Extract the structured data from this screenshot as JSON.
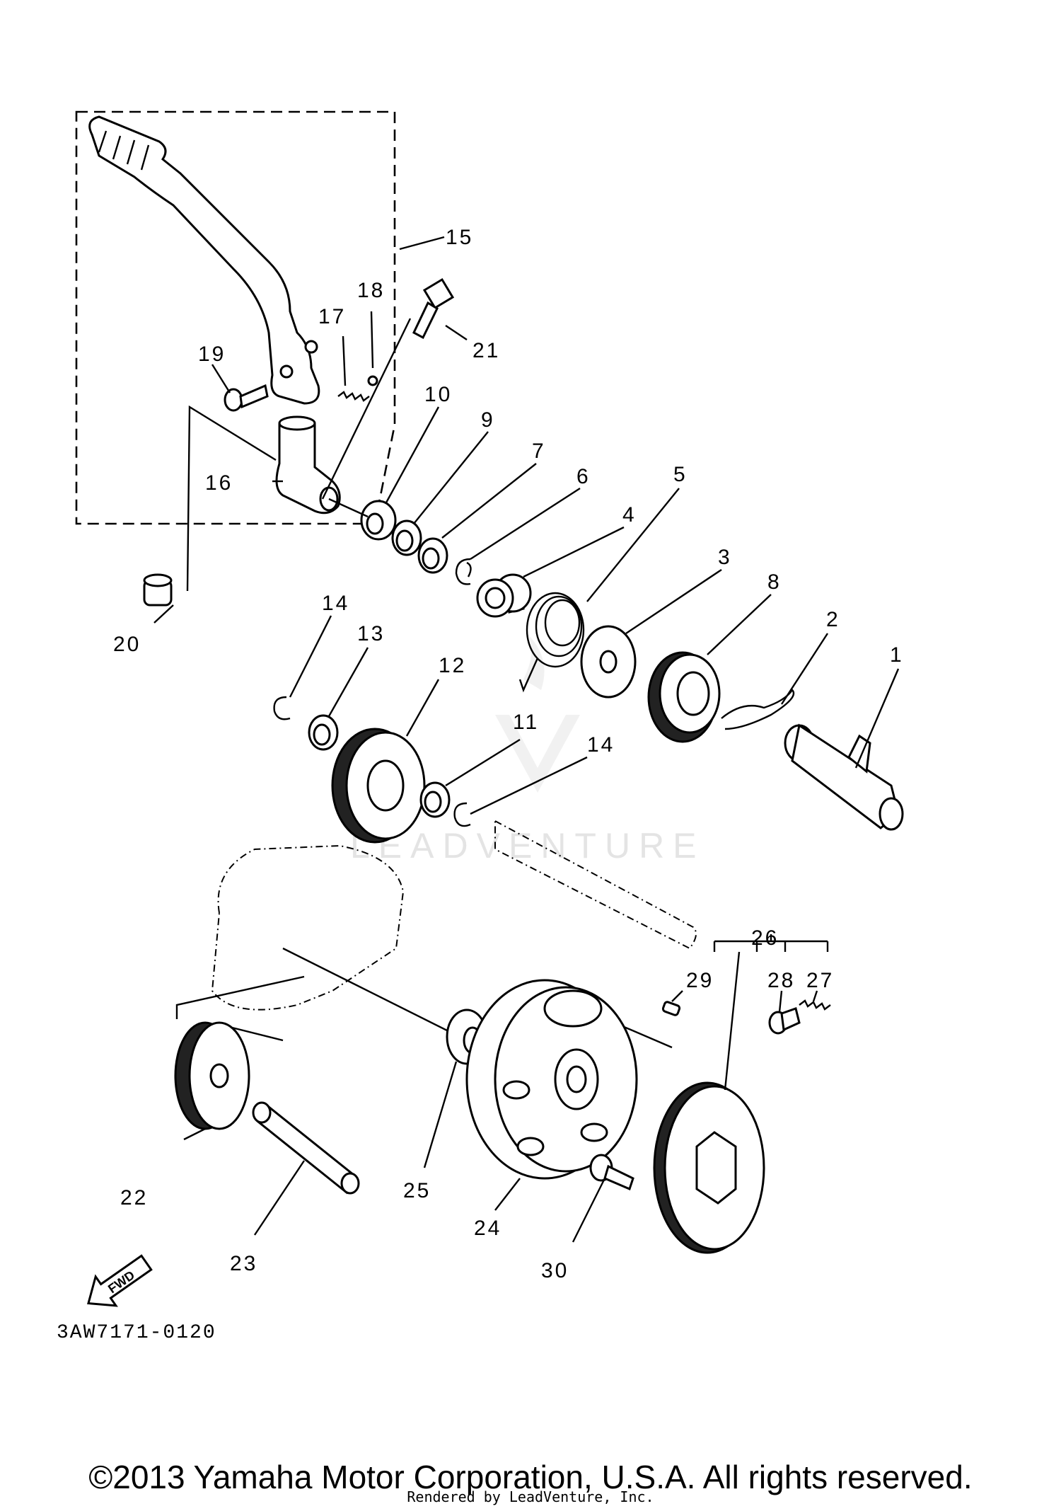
{
  "diagram": {
    "code": "3AW7171-0120",
    "watermark": "LEADVENTURE",
    "fwd_label": "FWD",
    "callouts": [
      "1",
      "2",
      "3",
      "4",
      "5",
      "6",
      "7",
      "8",
      "9",
      "10",
      "11",
      "12",
      "13",
      "14",
      "14",
      "15",
      "16",
      "17",
      "18",
      "19",
      "20",
      "21",
      "22",
      "23",
      "24",
      "25",
      "26",
      "27",
      "28",
      "29",
      "30"
    ]
  },
  "footer": {
    "copyright": "©2013 Yamaha Motor Corporation, U.S.A. All rights reserved.",
    "rendered_by": "Rendered by LeadVenture, Inc."
  }
}
